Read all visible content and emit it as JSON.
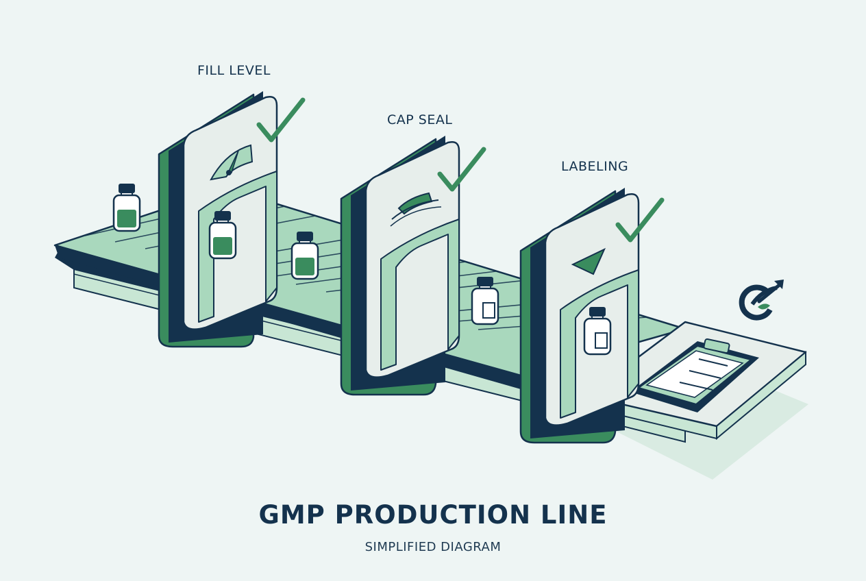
{
  "stations": [
    {
      "label": "FILL LEVEL",
      "status": "passed",
      "icon": "gauge-icon"
    },
    {
      "label": "CAP SEAL",
      "status": "passed",
      "icon": "seal-icon"
    },
    {
      "label": "LABELING",
      "status": "passed",
      "icon": "label-tag-icon"
    }
  ],
  "title": "GMP PRODUCTION LINE",
  "subtitle": "SIMPLIFIED DIAGRAM",
  "colors": {
    "background": "#eef5f4",
    "belt": "#a9d8bd",
    "belt_side": "#c8e6d4",
    "navy": "#14324d",
    "green": "#3a8c5e",
    "gate_face": "#e7eeeb",
    "liquid": "#3a8c5e"
  },
  "icons": {
    "logo": "growth-arrow-logo-icon",
    "checklist": "clipboard-checklist-icon",
    "check": "checkmark-icon"
  }
}
